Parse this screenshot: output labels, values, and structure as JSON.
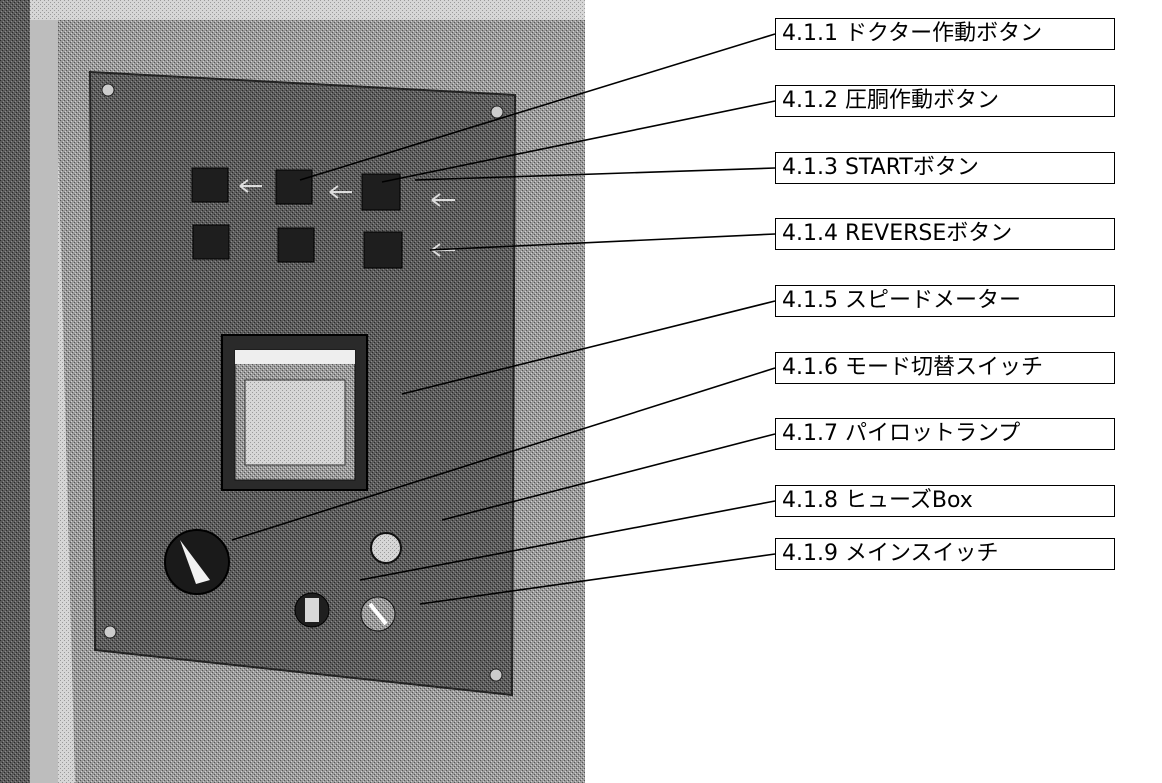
{
  "callouts": [
    {
      "id": "4.1.1",
      "label": "4.1.1 ドクター作動ボタン"
    },
    {
      "id": "4.1.2",
      "label": "4.1.2 圧胴作動ボタン"
    },
    {
      "id": "4.1.3",
      "label": "4.1.3 STARTボタン"
    },
    {
      "id": "4.1.4",
      "label": "4.1.4 REVERSEボタン"
    },
    {
      "id": "4.1.5",
      "label": "4.1.5 スピードメーター"
    },
    {
      "id": "4.1.6",
      "label": "4.1.6 モード切替スイッチ"
    },
    {
      "id": "4.1.7",
      "label": "4.1.7 パイロットランプ"
    },
    {
      "id": "4.1.8",
      "label": "4.1.8 ヒューズBox"
    },
    {
      "id": "4.1.9",
      "label": "4.1.9 メインスイッチ"
    }
  ],
  "colors": {
    "panel": "#6e6e6e",
    "cabinet": "#a9a9a9",
    "line": "#000000",
    "background": "#ffffff"
  }
}
